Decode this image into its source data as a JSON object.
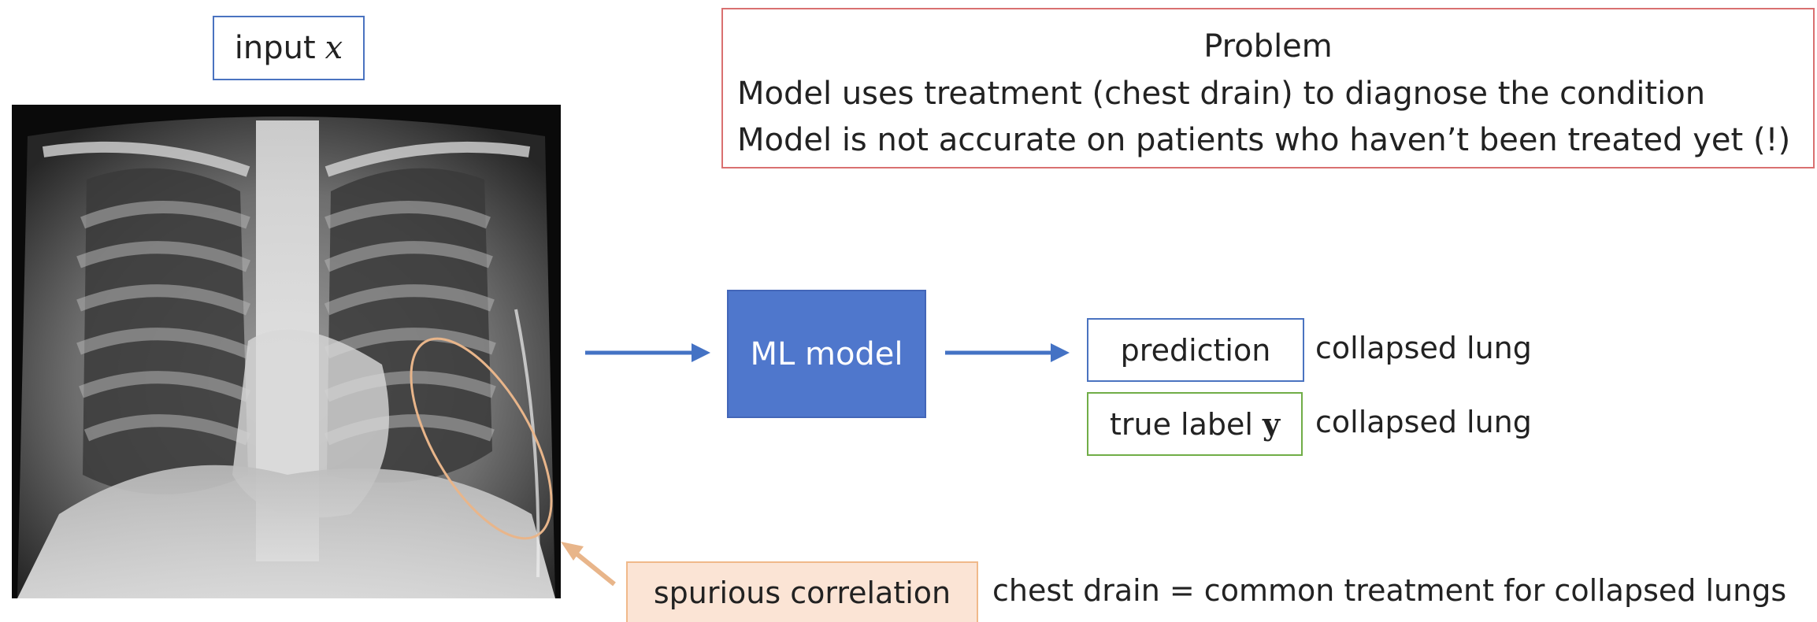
{
  "input_box": {
    "label": "input",
    "variable": "x"
  },
  "problem": {
    "title": "Problem",
    "lines": [
      "Model uses treatment (chest drain) to diagnose the condition",
      "Model is not accurate on patients who haven’t been treated yet (!)"
    ]
  },
  "model": {
    "label": "ML model"
  },
  "outputs": {
    "prediction": {
      "label": "prediction",
      "value": "collapsed lung"
    },
    "true_label": {
      "label": "true label",
      "variable": "y",
      "value": "collapsed lung"
    }
  },
  "spurious": {
    "label": "spurious correlation",
    "explanation": "chest drain = common treatment for collapsed lungs"
  },
  "colors": {
    "model_fill": "#4f77cc",
    "arrow": "#4472c4",
    "problem_border": "#d97070",
    "prediction_border": "#4a73c0",
    "true_label_border": "#70ad47",
    "spurious_fill": "#fbe4d5",
    "highlight_ellipse": "#e8b58a"
  }
}
